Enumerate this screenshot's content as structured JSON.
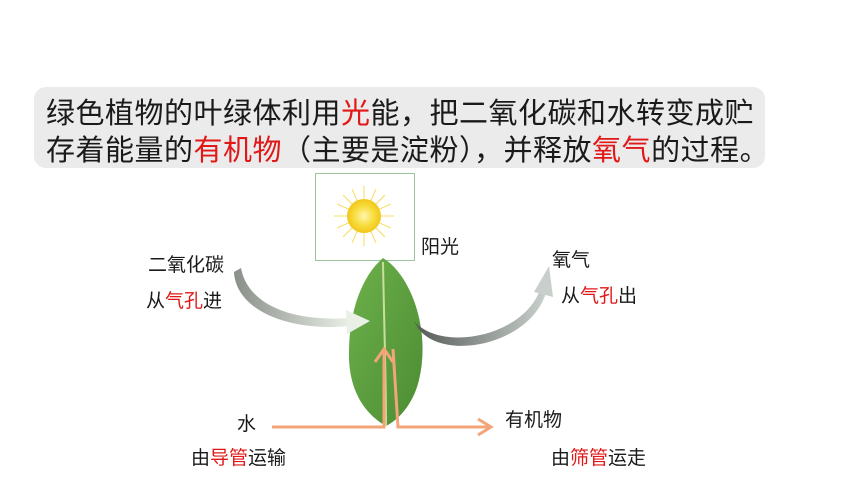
{
  "definition": {
    "line1": {
      "a": "绿色植物的叶绿体利用",
      "b": "光",
      "c": "能，把二氧化碳和水转变成贮"
    },
    "line2": {
      "a": "存着能量的",
      "b": "有机物",
      "c": "（主要是淀粉），并释放",
      "d": "氧气",
      "e": "的过程。"
    }
  },
  "labels": {
    "sunlight": "阳光",
    "co2": "二氧化碳",
    "co2_path": {
      "a": "从",
      "b": "气孔",
      "c": "进"
    },
    "oxygen": "氧气",
    "oxygen_path": {
      "a": "从",
      "b": "气孔",
      "c": "出"
    },
    "water": "水",
    "water_path": {
      "a": "由",
      "b": "导管",
      "c": "运输"
    },
    "organic": "有机物",
    "organic_path": {
      "a": "由",
      "b": "筛管",
      "c": "运走"
    }
  },
  "colors": {
    "highlight": "#e01818",
    "box_bg": "#ebebeb",
    "leaf": "#5f9f3f",
    "vessel_arrow": "#f3a57a",
    "gas_arrow": "#8a8a8a"
  }
}
